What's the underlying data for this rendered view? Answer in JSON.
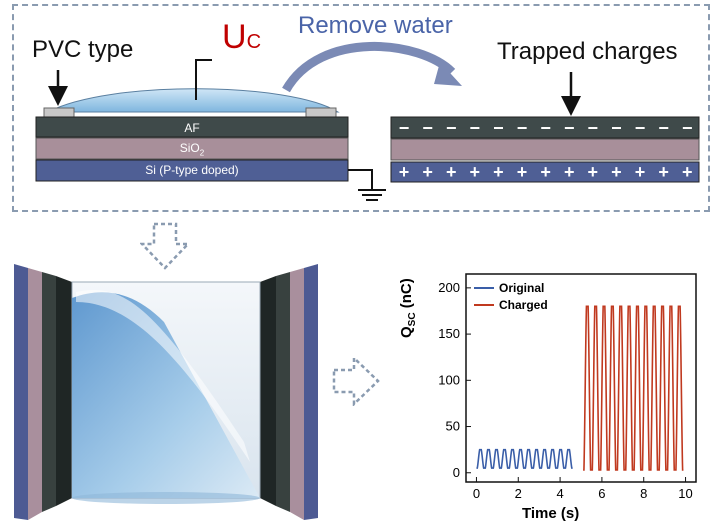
{
  "top_panel": {
    "pvc_label": "PVC type",
    "uc_main": "U",
    "uc_sub": "C",
    "remove_water_label": "Remove water",
    "trapped_label": "Trapped charges",
    "layers": {
      "af": "AF",
      "sio2_main": "SiO",
      "sio2_sub": "2",
      "si": "Si (P-type doped)"
    },
    "neg_symbol": "−",
    "pos_symbol": "+"
  },
  "colors": {
    "af": "#3f4a4a",
    "sio2": "#a88f9a",
    "si": "#4f5f95",
    "droplet": "#a9d0ea",
    "original": "#3a5ea8",
    "charged": "#c0391f",
    "arrow": "#7b8ab5",
    "uc_text": "#c00000",
    "remove_text": "#4a64a8"
  },
  "chart_data": {
    "type": "line",
    "xlabel": "Time (s)",
    "ylabel_main": "Q",
    "ylabel_sub": "SC",
    "ylabel_unit": " (nC)",
    "xlim": [
      -0.5,
      10.5
    ],
    "ylim": [
      -10,
      215
    ],
    "xticks": [
      0,
      2,
      4,
      6,
      8,
      10
    ],
    "yticks": [
      0,
      50,
      100,
      150,
      200
    ],
    "series": [
      {
        "name": "Original",
        "color": "#3a5ea8",
        "t_start": 0.0,
        "t_end": 4.6,
        "cycles": 12,
        "min": 5,
        "max": 25
      },
      {
        "name": "Charged",
        "color": "#c0391f",
        "t_start": 5.1,
        "t_end": 9.9,
        "cycles": 12,
        "min": 3,
        "max": 180
      }
    ],
    "legend_position": "top-left"
  }
}
